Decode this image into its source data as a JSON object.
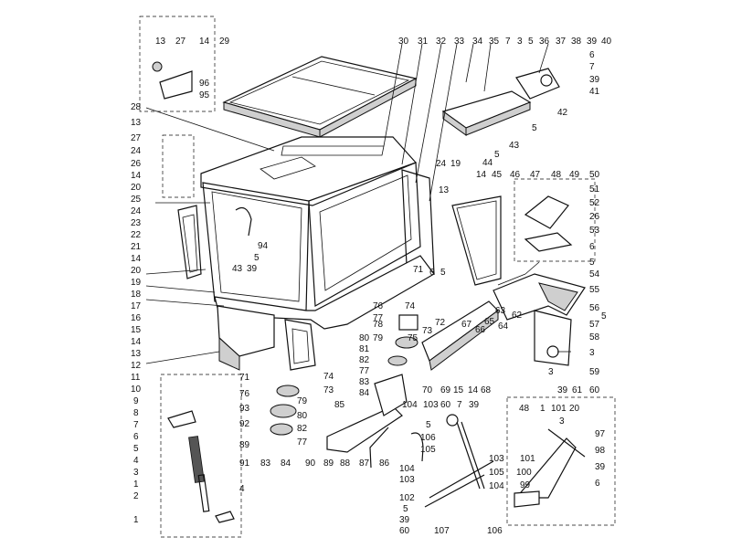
{
  "diagram": {
    "callouts": [
      {
        "id": "tl-13",
        "text": "13"
      },
      {
        "id": "tl-27",
        "text": "27"
      },
      {
        "id": "tl-14",
        "text": "14"
      },
      {
        "id": "tl-29",
        "text": "29"
      },
      {
        "id": "tl-96",
        "text": "96"
      },
      {
        "id": "tl-95",
        "text": "95"
      },
      {
        "id": "l-28",
        "text": "28"
      },
      {
        "id": "l-13",
        "text": "13"
      },
      {
        "id": "l-27",
        "text": "27"
      },
      {
        "id": "l-24a",
        "text": "24"
      },
      {
        "id": "l-26",
        "text": "26"
      },
      {
        "id": "l-14a",
        "text": "14"
      },
      {
        "id": "l-20a",
        "text": "20"
      },
      {
        "id": "l-25",
        "text": "25"
      },
      {
        "id": "l-24b",
        "text": "24"
      },
      {
        "id": "l-23",
        "text": "23"
      },
      {
        "id": "l-22",
        "text": "22"
      },
      {
        "id": "l-21",
        "text": "21"
      },
      {
        "id": "l-14b",
        "text": "14"
      },
      {
        "id": "l-20b",
        "text": "20"
      },
      {
        "id": "l-19",
        "text": "19"
      },
      {
        "id": "l-18",
        "text": "18"
      },
      {
        "id": "l-17",
        "text": "17"
      },
      {
        "id": "l-16",
        "text": "16"
      },
      {
        "id": "l-15",
        "text": "15"
      },
      {
        "id": "l-14c",
        "text": "14"
      },
      {
        "id": "l-13b",
        "text": "13"
      },
      {
        "id": "l-12",
        "text": "12"
      },
      {
        "id": "l-11",
        "text": "11"
      },
      {
        "id": "l-10",
        "text": "10"
      },
      {
        "id": "l-9",
        "text": "9"
      },
      {
        "id": "l-8",
        "text": "8"
      },
      {
        "id": "l-7",
        "text": "7"
      },
      {
        "id": "l-6",
        "text": "6"
      },
      {
        "id": "l-5",
        "text": "5"
      },
      {
        "id": "l-4",
        "text": "4"
      },
      {
        "id": "l-3",
        "text": "3"
      },
      {
        "id": "l-1a",
        "text": "1"
      },
      {
        "id": "l-2",
        "text": "2"
      },
      {
        "id": "l-1b",
        "text": "1"
      },
      {
        "id": "bl-4",
        "text": "4"
      },
      {
        "id": "c-94",
        "text": "94"
      },
      {
        "id": "c-5a",
        "text": "5"
      },
      {
        "id": "c-43a",
        "text": "43"
      },
      {
        "id": "c-39a",
        "text": "39"
      },
      {
        "id": "t-30",
        "text": "30"
      },
      {
        "id": "t-31",
        "text": "31"
      },
      {
        "id": "t-32",
        "text": "32"
      },
      {
        "id": "t-33",
        "text": "33"
      },
      {
        "id": "t-34",
        "text": "34"
      },
      {
        "id": "t-35",
        "text": "35"
      },
      {
        "id": "t-7",
        "text": "7"
      },
      {
        "id": "t-3",
        "text": "3"
      },
      {
        "id": "t-5",
        "text": "5"
      },
      {
        "id": "t-36",
        "text": "36"
      },
      {
        "id": "t-37",
        "text": "37"
      },
      {
        "id": "t-38",
        "text": "38"
      },
      {
        "id": "t-39",
        "text": "39"
      },
      {
        "id": "t-40",
        "text": "40"
      },
      {
        "id": "r-6a",
        "text": "6"
      },
      {
        "id": "r-7",
        "text": "7"
      },
      {
        "id": "r-39",
        "text": "39"
      },
      {
        "id": "r-41",
        "text": "41"
      },
      {
        "id": "r-42",
        "text": "42"
      },
      {
        "id": "r-5a",
        "text": "5"
      },
      {
        "id": "r-43",
        "text": "43"
      },
      {
        "id": "r-5b",
        "text": "5"
      },
      {
        "id": "m-44",
        "text": "44"
      },
      {
        "id": "m-24",
        "text": "24"
      },
      {
        "id": "m-19",
        "text": "19"
      },
      {
        "id": "m-14",
        "text": "14"
      },
      {
        "id": "m-45",
        "text": "45"
      },
      {
        "id": "m-46",
        "text": "46"
      },
      {
        "id": "m-47",
        "text": "47"
      },
      {
        "id": "m-48",
        "text": "48"
      },
      {
        "id": "m-49",
        "text": "49"
      },
      {
        "id": "m-13",
        "text": "13"
      },
      {
        "id": "r-50",
        "text": "50"
      },
      {
        "id": "r-51",
        "text": "51"
      },
      {
        "id": "r-52",
        "text": "52"
      },
      {
        "id": "r-26",
        "text": "26"
      },
      {
        "id": "r-53",
        "text": "53"
      },
      {
        "id": "r-6b",
        "text": "6"
      },
      {
        "id": "r-5c",
        "text": "5"
      },
      {
        "id": "r-54",
        "text": "54"
      },
      {
        "id": "r-55",
        "text": "55"
      },
      {
        "id": "r-56",
        "text": "56"
      },
      {
        "id": "r-5d",
        "text": "5"
      },
      {
        "id": "r-57",
        "text": "57"
      },
      {
        "id": "r-58",
        "text": "58"
      },
      {
        "id": "r-3",
        "text": "3"
      },
      {
        "id": "r-59",
        "text": "59"
      },
      {
        "id": "r-60",
        "text": "60"
      },
      {
        "id": "r-61",
        "text": "61"
      },
      {
        "id": "r-39b",
        "text": "39"
      },
      {
        "id": "r-3b",
        "text": "3"
      },
      {
        "id": "r-62",
        "text": "62"
      },
      {
        "id": "r-63",
        "text": "63"
      },
      {
        "id": "c-71a",
        "text": "71"
      },
      {
        "id": "c-6",
        "text": "6"
      },
      {
        "id": "c-5b",
        "text": "5"
      },
      {
        "id": "c-76a",
        "text": "76"
      },
      {
        "id": "c-77a",
        "text": "77"
      },
      {
        "id": "c-74a",
        "text": "74"
      },
      {
        "id": "c-72",
        "text": "72"
      },
      {
        "id": "c-67",
        "text": "67"
      },
      {
        "id": "c-66",
        "text": "66"
      },
      {
        "id": "c-65",
        "text": "65"
      },
      {
        "id": "c-64",
        "text": "64"
      },
      {
        "id": "c-78",
        "text": "78"
      },
      {
        "id": "c-73",
        "text": "73"
      },
      {
        "id": "c-79a",
        "text": "79"
      },
      {
        "id": "c-75",
        "text": "75"
      },
      {
        "id": "c-80a",
        "text": "80"
      },
      {
        "id": "c-81",
        "text": "81"
      },
      {
        "id": "c-82a",
        "text": "82"
      },
      {
        "id": "c-77b",
        "text": "77"
      },
      {
        "id": "c-83a",
        "text": "83"
      },
      {
        "id": "c-84a",
        "text": "84"
      },
      {
        "id": "c-70",
        "text": "70"
      },
      {
        "id": "c-69",
        "text": "69"
      },
      {
        "id": "c-15",
        "text": "15"
      },
      {
        "id": "c-14",
        "text": "14"
      },
      {
        "id": "c-68",
        "text": "68"
      },
      {
        "id": "c-71b",
        "text": "71"
      },
      {
        "id": "c-76b",
        "text": "76"
      },
      {
        "id": "c-74b",
        "text": "74"
      },
      {
        "id": "c-73b",
        "text": "73"
      },
      {
        "id": "c-93",
        "text": "93"
      },
      {
        "id": "c-79b",
        "text": "79"
      },
      {
        "id": "c-80b",
        "text": "80"
      },
      {
        "id": "c-92",
        "text": "92"
      },
      {
        "id": "c-82b",
        "text": "82"
      },
      {
        "id": "c-77c",
        "text": "77"
      },
      {
        "id": "c-89a",
        "text": "89"
      },
      {
        "id": "c-91",
        "text": "91"
      },
      {
        "id": "c-83b",
        "text": "83"
      },
      {
        "id": "c-84b",
        "text": "84"
      },
      {
        "id": "b-85",
        "text": "85"
      },
      {
        "id": "b-86",
        "text": "86"
      },
      {
        "id": "b-87",
        "text": "87"
      },
      {
        "id": "b-88",
        "text": "88"
      },
      {
        "id": "b-89",
        "text": "89"
      },
      {
        "id": "b-90",
        "text": "90"
      },
      {
        "id": "b-104a",
        "text": "104"
      },
      {
        "id": "b-103a",
        "text": "103"
      },
      {
        "id": "b-60",
        "text": "60"
      },
      {
        "id": "b-7",
        "text": "7"
      },
      {
        "id": "b-39a",
        "text": "39"
      },
      {
        "id": "b-5a",
        "text": "5"
      },
      {
        "id": "b-106a",
        "text": "106"
      },
      {
        "id": "b-105a",
        "text": "105"
      },
      {
        "id": "b-104b",
        "text": "104"
      },
      {
        "id": "b-103b",
        "text": "103"
      },
      {
        "id": "b-103c",
        "text": "103"
      },
      {
        "id": "b-105b",
        "text": "105"
      },
      {
        "id": "b-104c",
        "text": "104"
      },
      {
        "id": "b-102",
        "text": "102"
      },
      {
        "id": "b-5b",
        "text": "5"
      },
      {
        "id": "b-39b",
        "text": "39"
      },
      {
        "id": "b-60b",
        "text": "60"
      },
      {
        "id": "b-107",
        "text": "107"
      },
      {
        "id": "b-106b",
        "text": "106"
      },
      {
        "id": "br-48",
        "text": "48"
      },
      {
        "id": "br-1",
        "text": "1"
      },
      {
        "id": "br-101a",
        "text": "101"
      },
      {
        "id": "br-20",
        "text": "20"
      },
      {
        "id": "br-3",
        "text": "3"
      },
      {
        "id": "br-97",
        "text": "97"
      },
      {
        "id": "br-98",
        "text": "98"
      },
      {
        "id": "br-101b",
        "text": "101"
      },
      {
        "id": "br-99",
        "text": "99"
      },
      {
        "id": "br-100",
        "text": "100"
      },
      {
        "id": "br-39",
        "text": "39"
      },
      {
        "id": "br-6",
        "text": "6"
      }
    ]
  }
}
